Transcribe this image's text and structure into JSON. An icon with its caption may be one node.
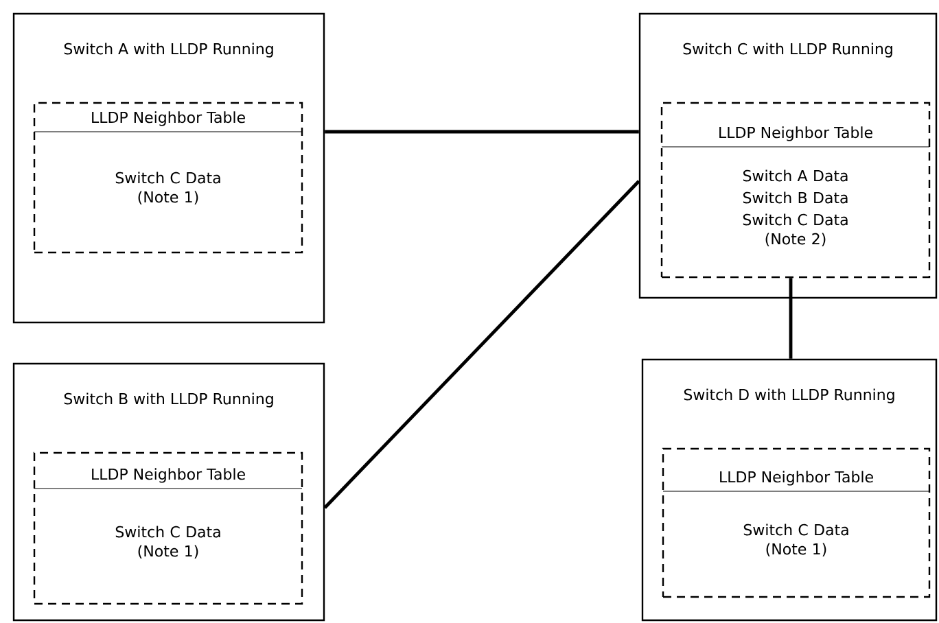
{
  "diagram": {
    "nodes": [
      {
        "text": [
          "Switch A with LLDP Running"
        ]
      },
      {
        "text": [
          "LLDP Neighbor Table",
          "Switch C Data (Note 1)"
        ],
        "in": 0
      },
      {
        "text": [
          "Switch C with LLDP Running"
        ]
      },
      {
        "text": [
          "LLDP Neighbor Table",
          "Switch A Data",
          "Switch B Data",
          "Switch C Data (Note 2)"
        ],
        "in": 2
      },
      {
        "text": [
          "Switch B with LLDP Running"
        ]
      },
      {
        "text": [
          "LLDP Neighbor Table",
          "Switch C Data (Note 1)"
        ],
        "in": 4
      },
      {
        "text": [
          "Switch D with LLDP Running"
        ]
      },
      {
        "text": [
          "LLDP Neighbor Table",
          "Switch C Data (Note 1)"
        ],
        "in": 6
      }
    ],
    "edges": [
      {
        "from": 0,
        "to": 2,
        "arrow": "none"
      },
      {
        "from": 4,
        "to": 2,
        "arrow": "none"
      },
      {
        "from": 3,
        "to": 6,
        "arrow": "none"
      }
    ]
  }
}
